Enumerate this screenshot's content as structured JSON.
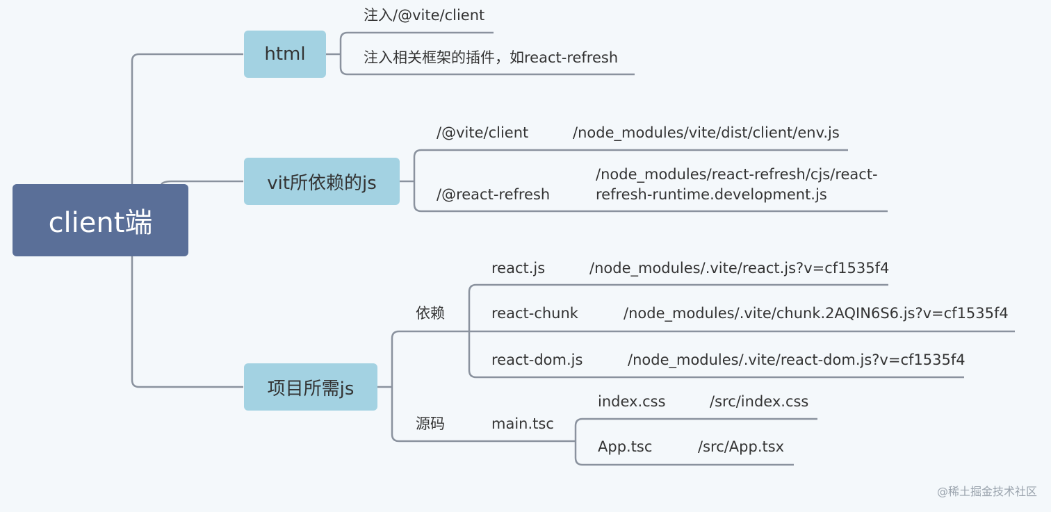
{
  "colors": {
    "background": "#f4f8fb",
    "root_fill": "#5a6f98",
    "branch_fill": "#a3d2e2",
    "connector": "#8a929e"
  },
  "root": {
    "label": "client端"
  },
  "html": {
    "label": "html",
    "items": [
      "注入/@vite/client",
      "注入相关框架的插件，如react-refresh"
    ]
  },
  "vite_js": {
    "label": "vit所依赖的js",
    "rows": [
      {
        "name": "/@vite/client",
        "path": "/node_modules/vite/dist/client/env.js"
      },
      {
        "name": "/@react-refresh",
        "path_line1": "/node_modules/react-refresh/cjs/react-",
        "path_line2": "refresh-runtime.development.js"
      }
    ]
  },
  "project_js": {
    "label": "项目所需js",
    "deps": {
      "label": "依赖",
      "rows": [
        {
          "name": "react.js",
          "path": "/node_modules/.vite/react.js?v=cf1535f4"
        },
        {
          "name": "react-chunk",
          "path": "/node_modules/.vite/chunk.2AQIN6S6.js?v=cf1535f4"
        },
        {
          "name": "react-dom.js",
          "path": "/node_modules/.vite/react-dom.js?v=cf1535f4"
        }
      ]
    },
    "source": {
      "label": "源码",
      "main": "main.tsc",
      "rows": [
        {
          "name": "index.css",
          "path": "/src/index.css"
        },
        {
          "name": "App.tsc",
          "path": "/src/App.tsx"
        }
      ]
    }
  },
  "watermark": "@稀土掘金技术社区"
}
